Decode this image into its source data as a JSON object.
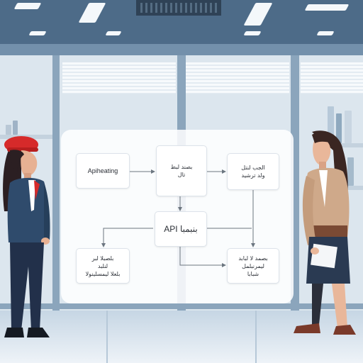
{
  "diagram": {
    "nodes": {
      "authorization": {
        "lines": [
          "Apiheating"
        ]
      },
      "service_top": {
        "lines": [
          "بصند لبط",
          "تال"
        ]
      },
      "service_right": {
        "lines": [
          "الجب لنتل",
          "ولد ترشيد"
        ]
      },
      "api_gateway": {
        "lines": [
          "API بنبمبا"
        ]
      },
      "client_left": {
        "lines": [
          "بلصبلا لبر",
          "لنلبد",
          "بلعلا ليمسلينولا"
        ]
      },
      "database": {
        "lines": [
          "بصمد لا لبابد",
          "ليمرنبلمل",
          "شبابا"
        ]
      }
    }
  },
  "colors": {
    "ceiling": "#4d6b88",
    "board": "#ffffff",
    "connector": "#6c7680",
    "beret": "#d62a2a",
    "blazer_left": "#2f4b6c",
    "blazer_right": "#cfa98a",
    "skirt": "#2a3a52"
  }
}
